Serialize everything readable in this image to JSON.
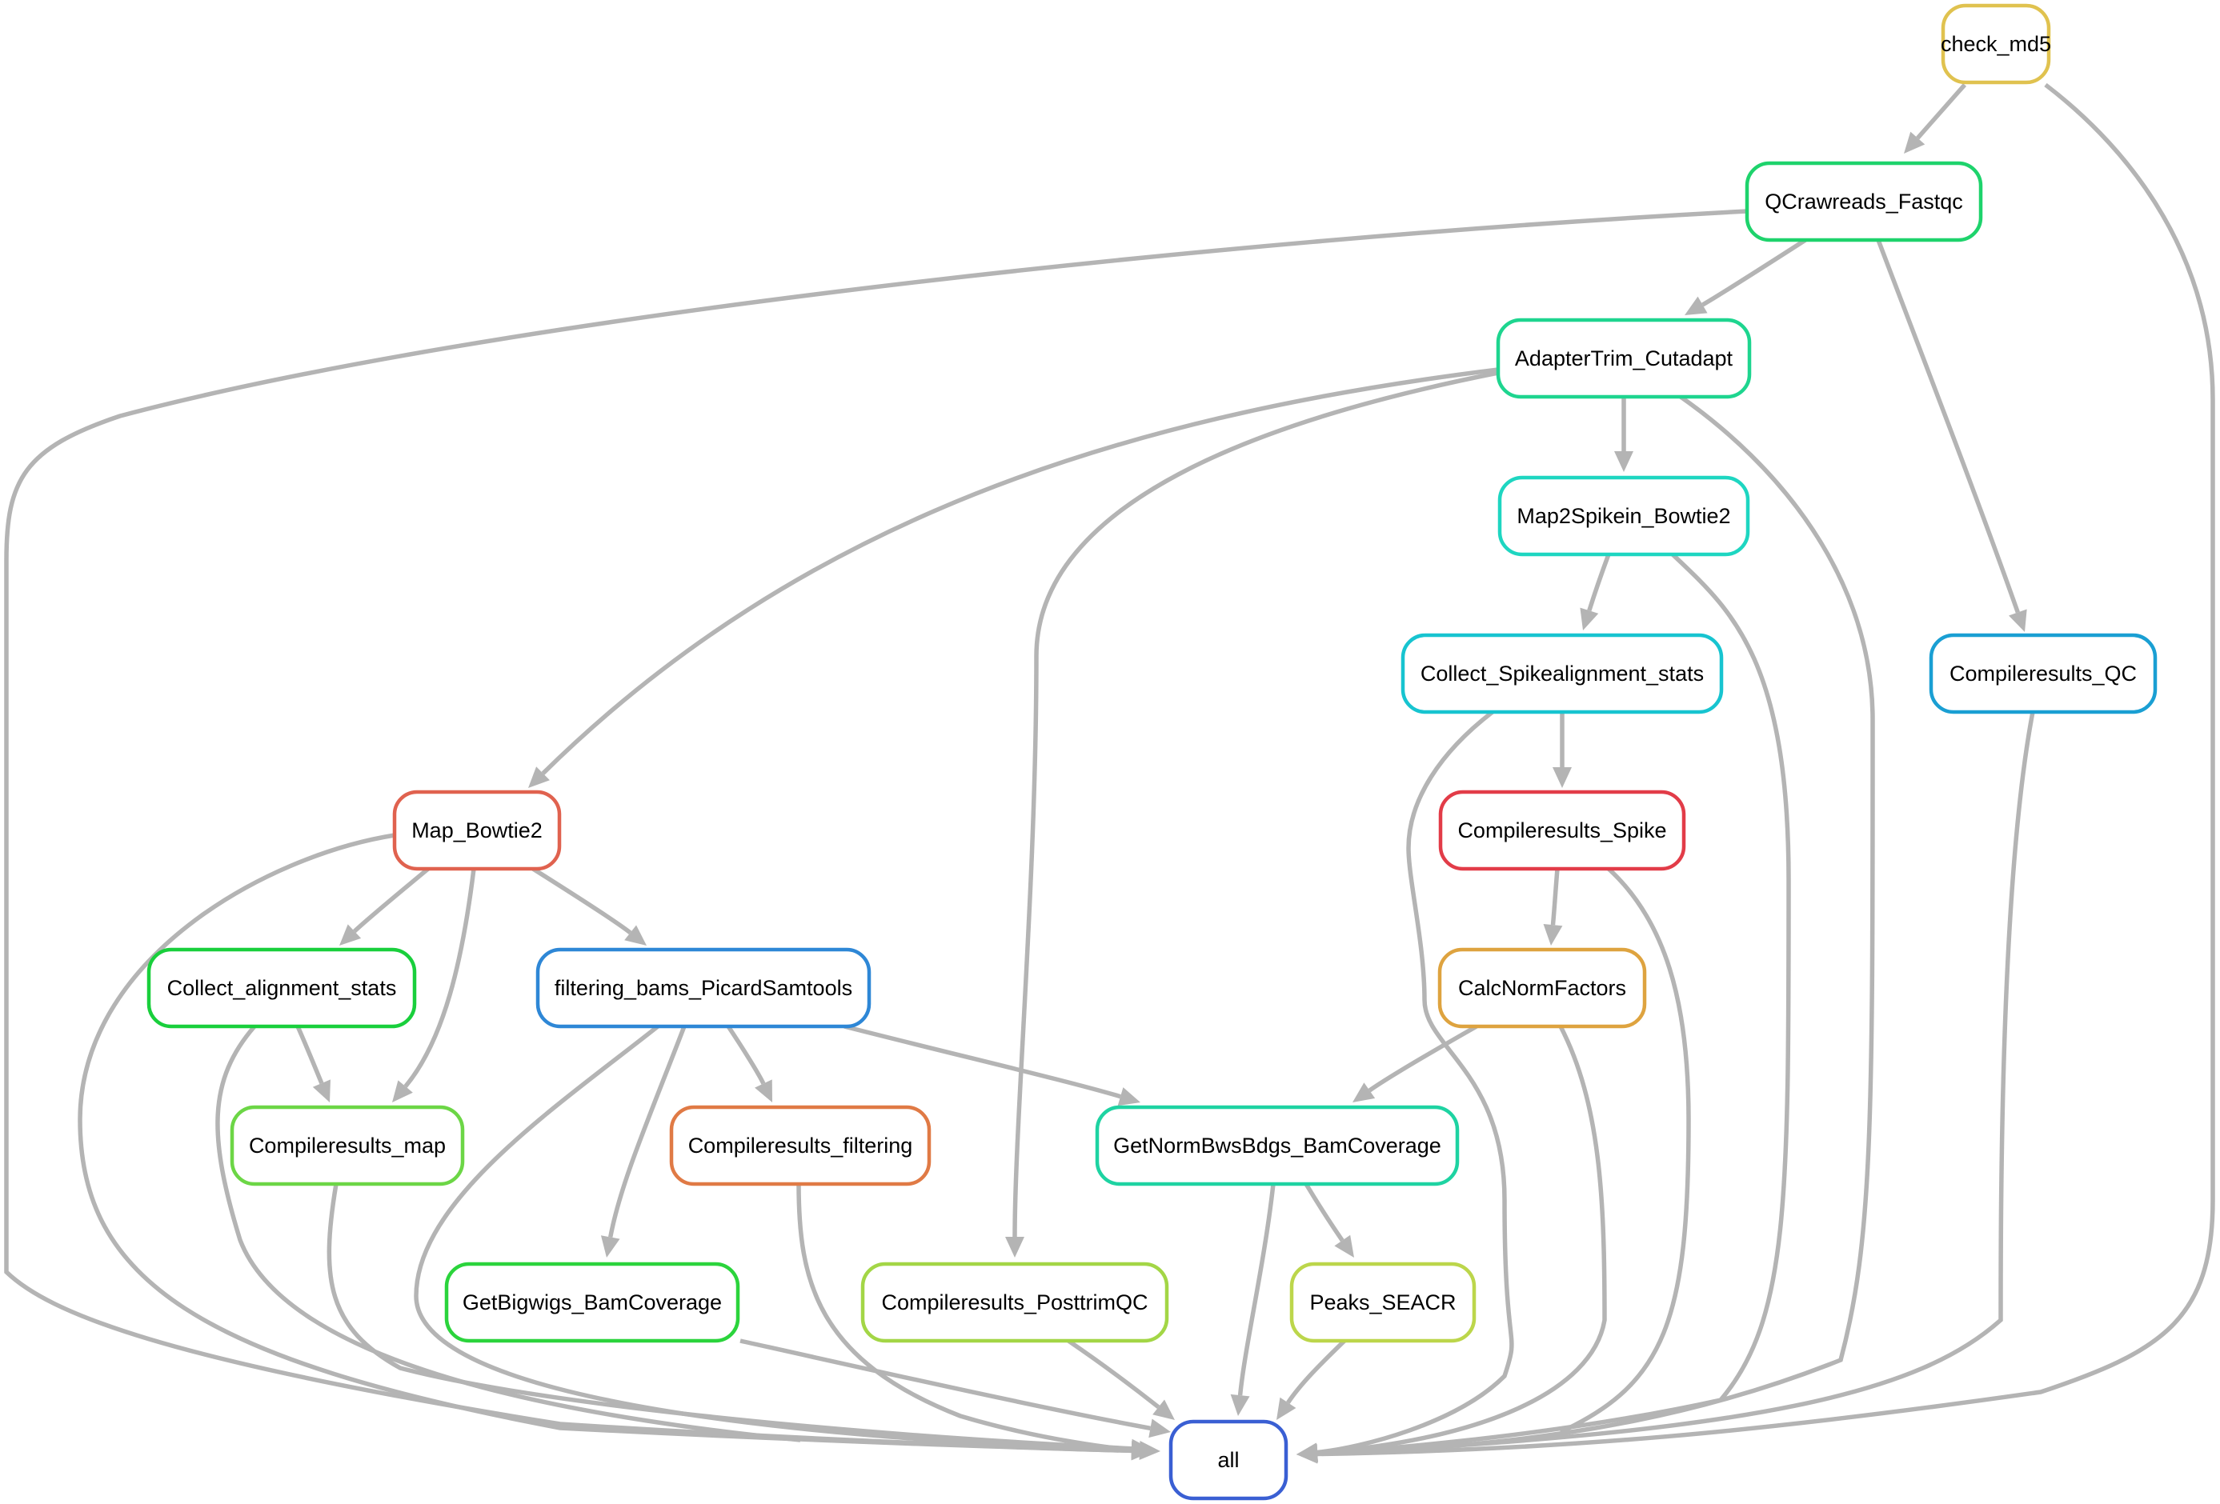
{
  "graph": {
    "edge_color": "#b4b4b4",
    "nodes": [
      {
        "id": "check_md5",
        "label": "check_md5",
        "color": "#e0c24f"
      },
      {
        "id": "QCrawreads_Fastqc",
        "label": "QCrawreads_Fastqc",
        "color": "#1ed36c"
      },
      {
        "id": "AdapterTrim_Cutadapt",
        "label": "AdapterTrim_Cutadapt",
        "color": "#1ed58f"
      },
      {
        "id": "Map2Spikein_Bowtie2",
        "label": "Map2Spikein_Bowtie2",
        "color": "#1ed6c1"
      },
      {
        "id": "Collect_Spikealignment_stats",
        "label": "Collect_Spikealignment_stats",
        "color": "#17c4d0"
      },
      {
        "id": "Compileresults_QC",
        "label": "Compileresults_QC",
        "color": "#1a9fd3"
      },
      {
        "id": "Map_Bowtie2",
        "label": "Map_Bowtie2",
        "color": "#e0624f"
      },
      {
        "id": "Compileresults_Spike",
        "label": "Compileresults_Spike",
        "color": "#e23c48"
      },
      {
        "id": "Collect_alignment_stats",
        "label": "Collect_alignment_stats",
        "color": "#19cf3c"
      },
      {
        "id": "filtering_bams_PicardSamtools",
        "label": "filtering_bams_PicardSamtools",
        "color": "#2e87d6"
      },
      {
        "id": "CalcNormFactors",
        "label": "CalcNormFactors",
        "color": "#dea33f"
      },
      {
        "id": "Compileresults_map",
        "label": "Compileresults_map",
        "color": "#6cd646"
      },
      {
        "id": "Compileresults_filtering",
        "label": "Compileresults_filtering",
        "color": "#e07a45"
      },
      {
        "id": "GetNormBwsBdgs_BamCoverage",
        "label": "GetNormBwsBdgs_BamCoverage",
        "color": "#1ed3a2"
      },
      {
        "id": "GetBigwigs_BamCoverage",
        "label": "GetBigwigs_BamCoverage",
        "color": "#2bd43c"
      },
      {
        "id": "Compileresults_PosttrimQC",
        "label": "Compileresults_PosttrimQC",
        "color": "#a3d646"
      },
      {
        "id": "Peaks_SEACR",
        "label": "Peaks_SEACR",
        "color": "#bcd64b"
      },
      {
        "id": "all",
        "label": "all",
        "color": "#3a5fd3"
      }
    ],
    "edges": [
      [
        "check_md5",
        "QCrawreads_Fastqc"
      ],
      [
        "check_md5",
        "all"
      ],
      [
        "QCrawreads_Fastqc",
        "AdapterTrim_Cutadapt"
      ],
      [
        "QCrawreads_Fastqc",
        "Compileresults_QC"
      ],
      [
        "QCrawreads_Fastqc",
        "all"
      ],
      [
        "AdapterTrim_Cutadapt",
        "Map2Spikein_Bowtie2"
      ],
      [
        "AdapterTrim_Cutadapt",
        "Map_Bowtie2"
      ],
      [
        "AdapterTrim_Cutadapt",
        "Compileresults_PosttrimQC"
      ],
      [
        "AdapterTrim_Cutadapt",
        "all"
      ],
      [
        "Map2Spikein_Bowtie2",
        "Collect_Spikealignment_stats"
      ],
      [
        "Map2Spikein_Bowtie2",
        "all"
      ],
      [
        "Collect_Spikealignment_stats",
        "Compileresults_Spike"
      ],
      [
        "Collect_Spikealignment_stats",
        "all"
      ],
      [
        "Compileresults_QC",
        "all"
      ],
      [
        "Compileresults_Spike",
        "CalcNormFactors"
      ],
      [
        "Compileresults_Spike",
        "all"
      ],
      [
        "CalcNormFactors",
        "GetNormBwsBdgs_BamCoverage"
      ],
      [
        "CalcNormFactors",
        "all"
      ],
      [
        "Map_Bowtie2",
        "Collect_alignment_stats"
      ],
      [
        "Map_Bowtie2",
        "Compileresults_map"
      ],
      [
        "Map_Bowtie2",
        "filtering_bams_PicardSamtools"
      ],
      [
        "Map_Bowtie2",
        "all"
      ],
      [
        "Collect_alignment_stats",
        "Compileresults_map"
      ],
      [
        "Collect_alignment_stats",
        "all"
      ],
      [
        "Compileresults_map",
        "all"
      ],
      [
        "filtering_bams_PicardSamtools",
        "Compileresults_filtering"
      ],
      [
        "filtering_bams_PicardSamtools",
        "GetBigwigs_BamCoverage"
      ],
      [
        "filtering_bams_PicardSamtools",
        "GetNormBwsBdgs_BamCoverage"
      ],
      [
        "filtering_bams_PicardSamtools",
        "all"
      ],
      [
        "Compileresults_filtering",
        "all"
      ],
      [
        "GetBigwigs_BamCoverage",
        "all"
      ],
      [
        "GetNormBwsBdgs_BamCoverage",
        "Peaks_SEACR"
      ],
      [
        "GetNormBwsBdgs_BamCoverage",
        "all"
      ],
      [
        "Compileresults_PosttrimQC",
        "all"
      ],
      [
        "Peaks_SEACR",
        "all"
      ]
    ]
  }
}
